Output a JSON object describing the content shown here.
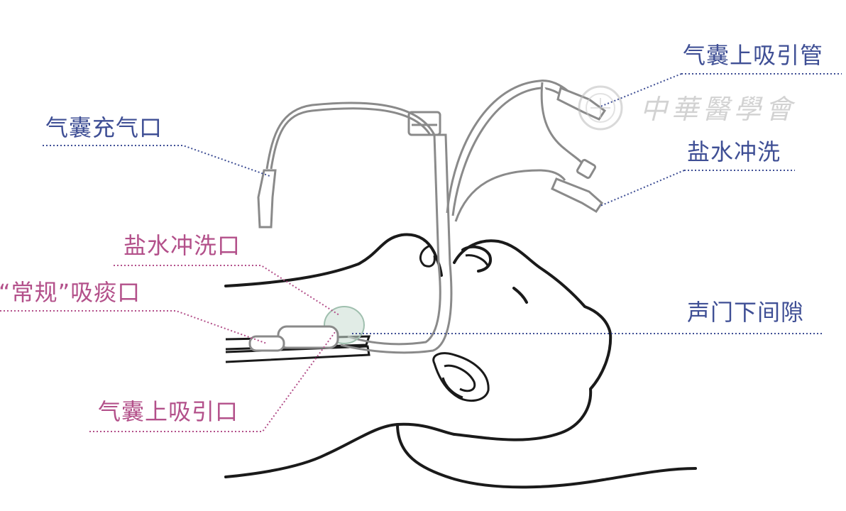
{
  "colors": {
    "label_blue": "#3f4f95",
    "label_pink": "#b3508a",
    "line_art": "#1a1a1a",
    "tube": "#8a8a8a",
    "cuff": "#c9dcd2"
  },
  "labels": {
    "cuff_inflation_port": "气囊充气口",
    "above_cuff_suction_tube": "气囊上吸引管",
    "saline_flush": "盐水冲洗",
    "saline_flush_port": "盐水冲洗口",
    "conventional_suction_port": "“常规”吸痰口",
    "subglottic_space": "声门下间隙",
    "above_cuff_suction_port": "气囊上吸引口"
  },
  "watermark": {
    "text": "中華醫學會"
  }
}
